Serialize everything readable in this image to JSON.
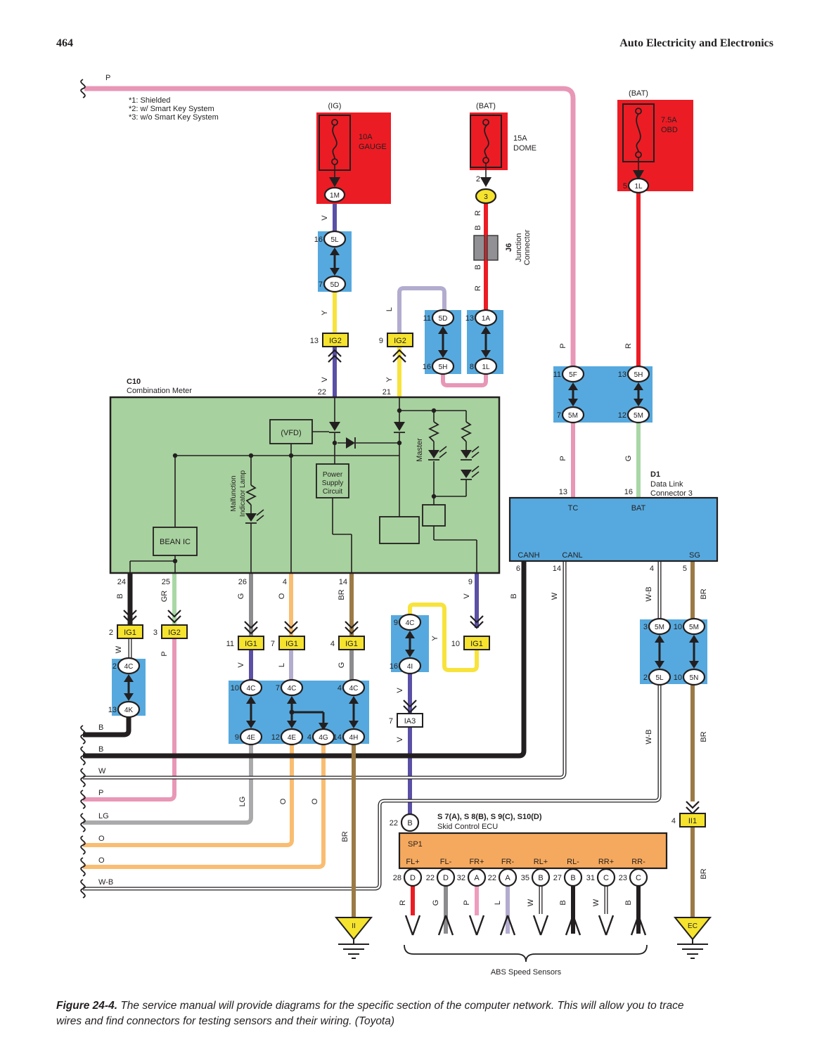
{
  "colors": {
    "pink": "#e897b6",
    "red": "#ec1c24",
    "violet": "#5a50a5",
    "yellow": "#f7e33c",
    "lavender": "#b3accf",
    "gray": "#8c8c8e",
    "light_green": "#a9d7a5",
    "orange": "#f9bd72",
    "brown": "#9b7a45",
    "black": "#231f20",
    "connector_blue": "#56a9de",
    "meter_green": "#a7d19e",
    "ecu_orange": "#f5a95e",
    "label_yellow": "#f5e32e",
    "junction_gray": "#919195",
    "lg_gray": "#aaaaac"
  },
  "t": {
    "page_num": "464",
    "header": "Auto Electricity and Electronics",
    "note1": "*1: Shielded",
    "note2": "*2: w/ Smart Key System",
    "note3": "*3: w/o Smart Key System",
    "ig_loc": "(IG)",
    "bat_loc": "(BAT)",
    "gauge_rating": "10A",
    "gauge_name": "GAUGE",
    "dome_rating": "15A",
    "dome_name": "DOME",
    "obd_rating": "7.5A",
    "obd_name": "OBD",
    "j6": "J6",
    "junction": "Junction",
    "connector": "Connector",
    "c10": "C10",
    "c10_name": "Combination Meter",
    "vfd": "(VFD)",
    "power": "Power",
    "supply": "Supply",
    "circuit": "Circuit",
    "bean": "BEAN IC",
    "master": "Master",
    "mil1": "Malfunction",
    "mil2": "Indicator Lamp",
    "d1": "D1",
    "d1_name1": "Data Link",
    "d1_name2": "Connector 3",
    "tc": "TC",
    "bat_pin": "BAT",
    "canh": "CANH",
    "canl": "CANL",
    "sg": "SG",
    "sp1": "SP1",
    "sensors_title": "S 7(A), S 8(B), S 9(C), S10(D)",
    "skid": "Skid Control ECU",
    "ch1": "FL+",
    "ch2": "FL-",
    "ch3": "FR+",
    "ch4": "FR-",
    "ch5": "RL+",
    "ch6": "RL-",
    "ch7": "RR+",
    "ch8": "RR-",
    "abs": "ABS Speed Sensors",
    "ii": "II",
    "ec": "EC",
    "ig1": "IG1",
    "ig2": "IG2",
    "ia3": "IA3",
    "ii1": "II1",
    "fig": "Figure 24-4.",
    "cap1": "The service manual will provide diagrams for the specific section of the computer network. This will allow you to trace",
    "cap2": "wires and find connectors for testing sensors and their wiring. (Toyota)"
  },
  "w": {
    "P": "P",
    "V": "V",
    "Y": "Y",
    "L": "L",
    "R": "R",
    "B": "B",
    "G": "G",
    "GR": "GR",
    "O": "O",
    "BR": "BR",
    "W": "W",
    "WB": "W-B",
    "LG": "LG"
  },
  "n": {
    "2": "2",
    "3": "3",
    "4": "4",
    "5": "5",
    "6": "6",
    "7": "7",
    "8": "8",
    "9": "9",
    "10": "10",
    "11": "11",
    "12": "12",
    "13": "13",
    "14": "14",
    "16": "16",
    "21": "21",
    "22": "22",
    "23": "23",
    "24": "24",
    "25": "25",
    "26": "26",
    "27": "27",
    "28": "28",
    "31": "31",
    "32": "32",
    "35": "35"
  },
  "c": {
    "1M": "1M",
    "3": "3",
    "1L": "1L",
    "5L": "5L",
    "5D": "5D",
    "5H": "5H",
    "1A": "1A",
    "5F": "5F",
    "5M": "5M",
    "5N": "5N",
    "4C": "4C",
    "4K": "4K",
    "4E": "4E",
    "4G": "4G",
    "4H": "4H",
    "4I": "4I",
    "B": "B",
    "D": "D",
    "A": "A",
    "C": "C"
  }
}
